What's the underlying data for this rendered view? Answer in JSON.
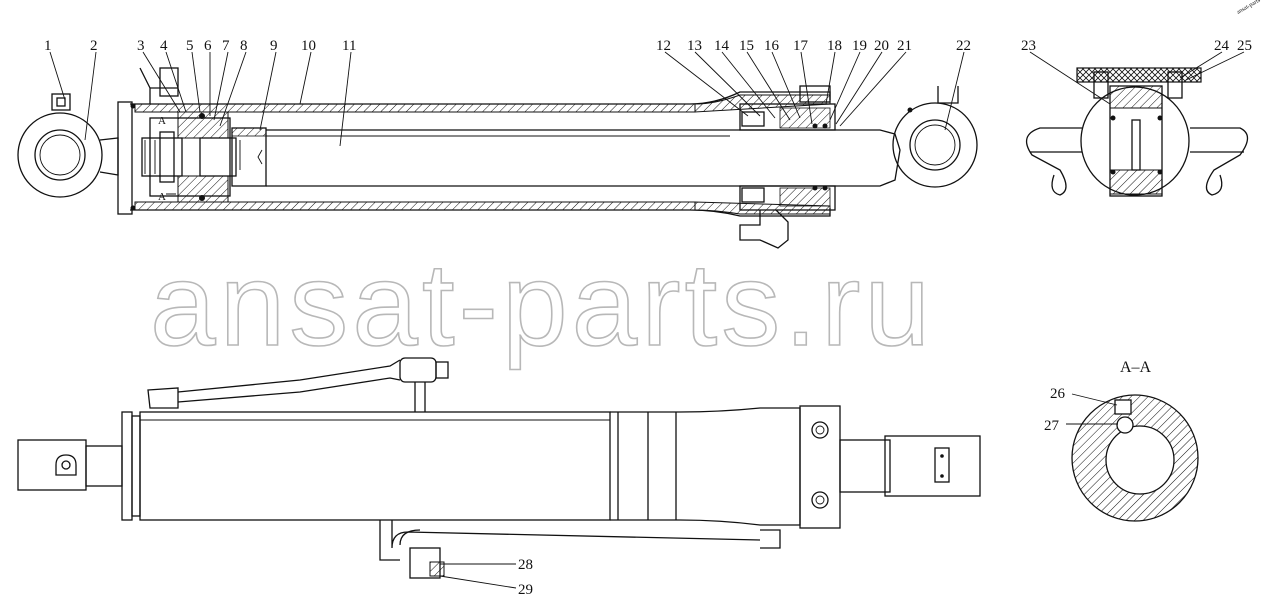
{
  "watermark": "ansat-parts.ru",
  "section_label": "A–A",
  "section_marks": [
    "A",
    "A"
  ],
  "callouts": [
    "1",
    "2",
    "3",
    "4",
    "5",
    "6",
    "7",
    "8",
    "9",
    "10",
    "11",
    "12",
    "13",
    "14",
    "15",
    "16",
    "17",
    "18",
    "19",
    "20",
    "21",
    "22",
    "23",
    "24",
    "25",
    "26",
    "27",
    "28",
    "29"
  ],
  "corner_note": "ansat-parts"
}
